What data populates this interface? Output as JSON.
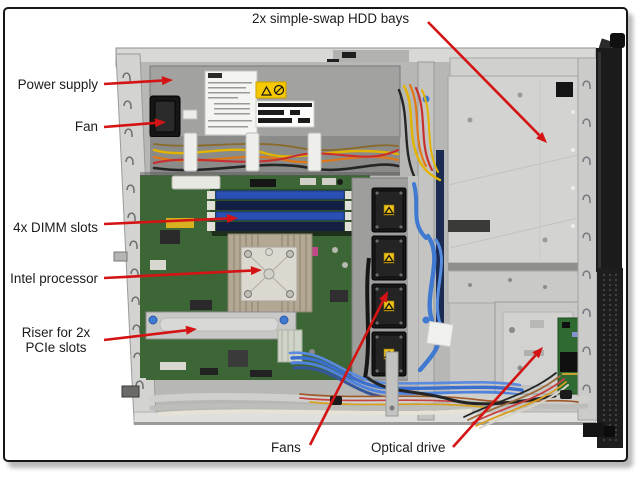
{
  "figure": {
    "description": "Internal top view photo of a 1U rack server with component callouts",
    "background": "#ffffff",
    "frame_color": "#161616",
    "arrow_color": "#d41414",
    "label_text_color": "#1b1b1b"
  },
  "callouts": {
    "hdd_bays": {
      "text": "2x simple-swap HDD bays",
      "target": "hdd-bay-area"
    },
    "power_supply": {
      "text": "Power supply",
      "target": "power-supply"
    },
    "fan": {
      "text": "Fan",
      "target": "psu-fan"
    },
    "dimm_slots": {
      "text": "4x DIMM slots",
      "target": "dimm-slots"
    },
    "processor": {
      "text": "Intel processor",
      "target": "cpu-heatsink"
    },
    "riser": {
      "text_line1": "Riser for 2x",
      "text_line2": "PCIe slots",
      "target": "pcie-riser"
    },
    "fans": {
      "text": "Fans",
      "target": "system-fans"
    },
    "optical_drive": {
      "text": "Optical drive",
      "target": "optical-drive"
    }
  }
}
